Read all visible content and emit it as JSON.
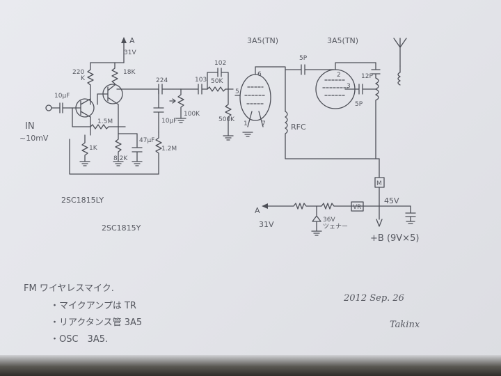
{
  "colors": {
    "paper": "#e6e7ec",
    "pencil": "#4d4f57",
    "background": "#3a3833"
  },
  "labels": {
    "supply_a": "A",
    "supply_31v": "31V",
    "r220k": "220",
    "r220k_unit": "K",
    "r18k": "18K",
    "cap_10uf_in": "10μF",
    "input": "IN",
    "input_level": "~10mV",
    "r15m": "1.5M",
    "r1k": "1K",
    "r82k": "8.2K",
    "cap47uf": "47μF",
    "cap224": "224",
    "cap10uf_out": "10μF",
    "r12m": "1.2M",
    "vr100k": "100K",
    "cap103": "103",
    "cap102": "102",
    "r50k": "50K",
    "r500k": "500K",
    "tube1_title": "3A5(TN)",
    "tube2_title": "3A5(TN)",
    "pin6": "6",
    "pin5": "5",
    "pin1": "1",
    "pin7": "7",
    "pin2": "2",
    "pin3": "3",
    "cap5p_top": "5P",
    "cap5p_grid": "5P",
    "cap12p": "12P",
    "rfc": "RFC",
    "box_m": "M",
    "box_vr": "VR",
    "v45": "45V",
    "zener": "36V",
    "zener_note": "ツェナー",
    "a_out": "A",
    "v31_out": "31V",
    "battery": "+B (9V×5)",
    "tr1": "2SC1815LY",
    "tr2": "2SC1815Y",
    "title": "FM ワイヤレスマイク.",
    "line1": "・マイクアンプは TR",
    "line2": "・リアクタンス管 3A5",
    "line3": "・OSC　3A5.",
    "date": "2012 Sep. 26",
    "author": "Takinx"
  }
}
